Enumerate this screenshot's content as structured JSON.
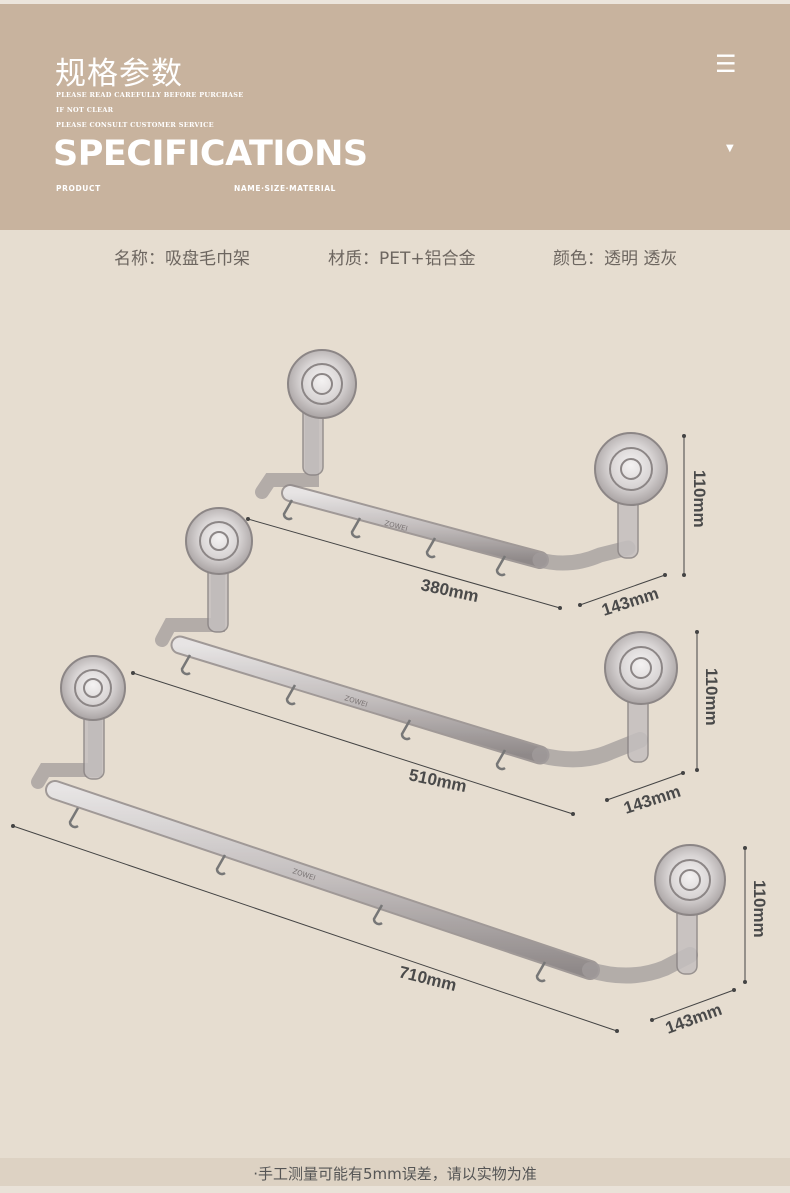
{
  "header": {
    "cn_title": "规格参数",
    "notes": [
      "PLEASE READ CAREFULLY BEFORE PURCHASE",
      "IF NOT CLEAR",
      "PLEASE CONSULT CUSTOMER SERVICE"
    ],
    "en_title": "SPECIFICATIONS",
    "label_left": "PRODUCT",
    "label_right": "NAME·SIZE·MATERIAL"
  },
  "specs": {
    "name": "名称：吸盘毛巾架",
    "material": "材质：PET+铝合金",
    "color": "颜色：透明 透灰"
  },
  "racks": [
    {
      "length": "380mm",
      "depth": "143mm",
      "height": "110mm",
      "brand": "ZOWEI"
    },
    {
      "length": "510mm",
      "depth": "143mm",
      "height": "110mm",
      "brand": "ZOWEI"
    },
    {
      "length": "710mm",
      "depth": "143mm",
      "height": "110mm",
      "brand": "ZOWEI"
    }
  ],
  "footer": {
    "note": "·手工测量可能有5mm误差，请以实物为准"
  },
  "colors": {
    "header_bg": "#c8b39e",
    "page_bg": "#e6ddd0",
    "product": "#b9b4b4"
  },
  "icons": [
    "menu-icon",
    "dropdown-arrow-icon"
  ]
}
